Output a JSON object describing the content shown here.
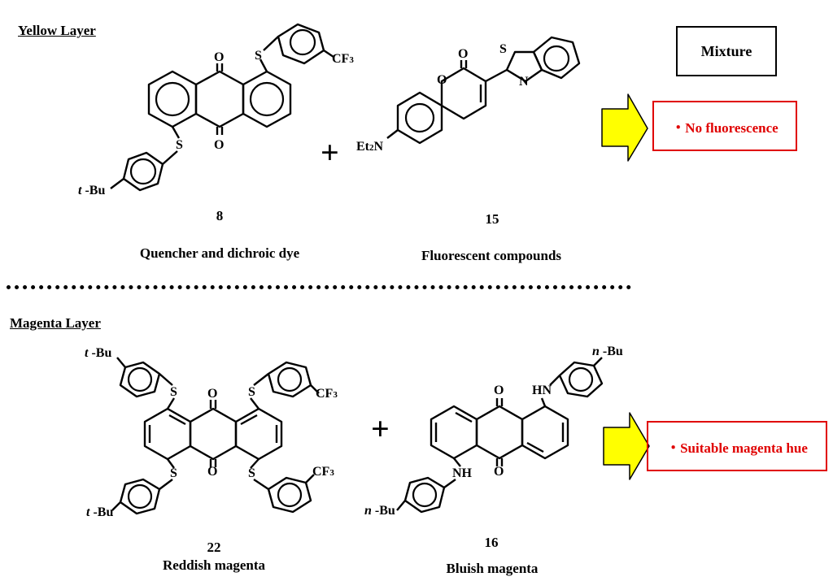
{
  "sections": {
    "yellow": {
      "title": "Yellow Layer"
    },
    "magenta": {
      "title": "Magenta Layer"
    }
  },
  "compounds": {
    "c8": {
      "number": "8",
      "caption": "Quencher and dichroic dye"
    },
    "c15": {
      "number": "15",
      "caption": "Fluorescent compounds"
    },
    "c22": {
      "number": "22",
      "caption": "Reddish magenta"
    },
    "c16": {
      "number": "16",
      "caption": "Bluish magenta"
    }
  },
  "atoms": {
    "O": "O",
    "S": "S",
    "N": "N",
    "NH": "NH",
    "HN": "HN",
    "CF3_main": "CF",
    "CF3_sub": "3",
    "Et2N_a": "Et",
    "Et2N_sub": "2",
    "Et2N_b": "N",
    "tBu_prefix": "t",
    "nBu_prefix": "n",
    "Bu_suffix": " -Bu"
  },
  "operators": {
    "plus": "+"
  },
  "results": {
    "mixture_label": "Mixture",
    "yellow_result": "・No fluorescence",
    "magenta_result": "・Suitable magenta hue"
  },
  "colors": {
    "arrow_fill": "#ffff00",
    "result_red": "#e00000"
  }
}
